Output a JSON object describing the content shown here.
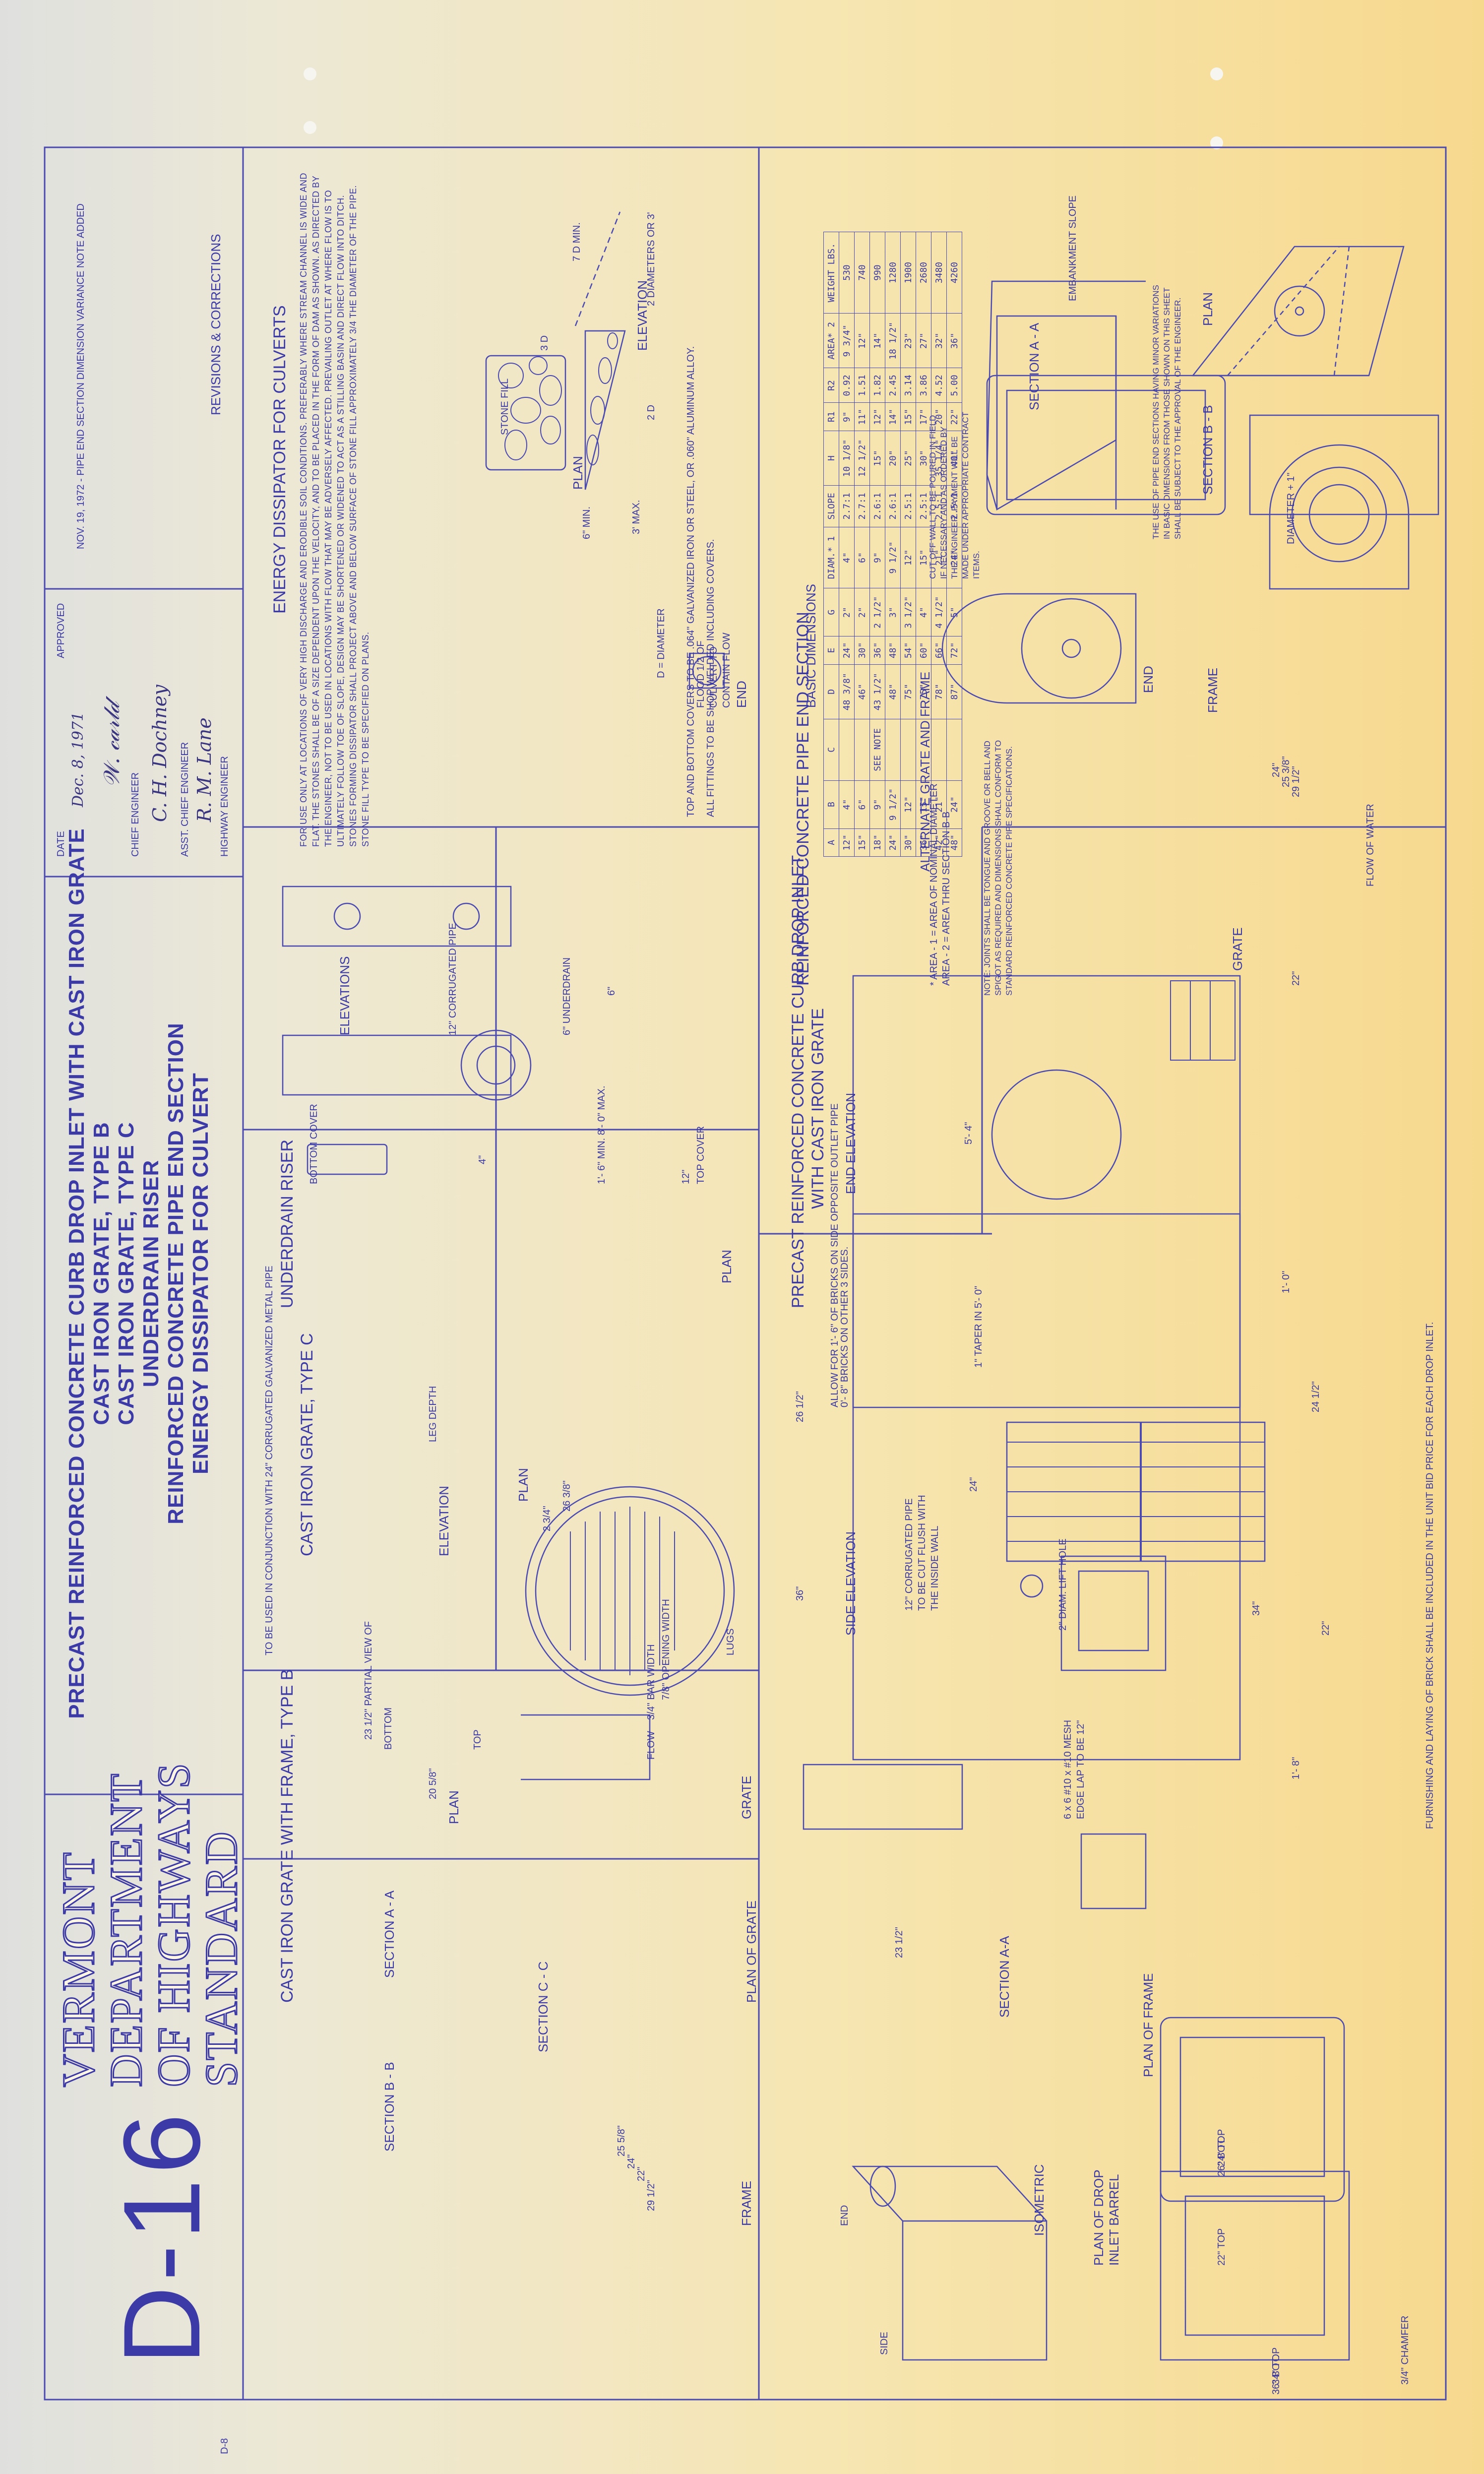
{
  "sheet_number": "D-16",
  "margin_code": "D-8",
  "agency_logo": [
    "VERMONT",
    "DEPARTMENT",
    "OF HIGHWAYS",
    "STANDARD"
  ],
  "title_lines": [
    "PRECAST REINFORCED CONCRETE CURB DROP INLET WITH CAST IRON GRATE",
    "CAST IRON GRATE, TYPE B",
    "CAST IRON GRATE, TYPE C",
    "UNDERDRAIN RISER",
    "REINFORCED CONCRETE PIPE END SECTION",
    "ENERGY DISSIPATOR FOR CULVERT"
  ],
  "revisions": {
    "heading": "REVISIONS & CORRECTIONS",
    "note": "NOV. 19, 1972 - PIPE END SECTION DIMENSION VARIANCE NOTE ADDED"
  },
  "approval": {
    "approved_label": "APPROVED",
    "date_label": "DATE",
    "date": "Dec. 8, 1971",
    "chief_engineer": "CHIEF ENGINEER",
    "asst_chief_engineer": "ASST. CHIEF ENGINEER",
    "highway_engineer": "HIGHWAY ENGINEER"
  },
  "pipe_end_section": {
    "title": "REINFORCED CONCRETE PIPE END SECTION",
    "plan_label": "PLAN",
    "section_aa": "SECTION  A - A",
    "section_bb": "SECTION  B - B",
    "end_label": "END",
    "embankment_slope": "EMBANKMENT SLOPE",
    "diameter_plus": "DIAMETER + 1\"",
    "variance_note": "THE USE OF PIPE END SECTIONS HAVING MINOR VARIATIONS IN BASIC DIMENSIONS FROM THOSE SHOWN ON THIS SHEET SHALL BE SUBJECT TO THE APPROVAL OF THE ENGINEER.",
    "cutoff_note": "CUT OFF WALL TO BE POURED IN FIELD IF NECESSARY AND AS ORDERED BY THE ENGINEER. PAYMENT WILL BE MADE UNDER APPROPRIATE CONTRACT ITEMS.",
    "joint_note": "NOTE: JOINTS SHALL BE TONGUE AND GROOVE OR BELL AND SPIGOT AS REQUIRED AND DIMENSIONS SHALL CONFORM TO STANDARD REINFORCED CONCRETE PIPE SPECIFICATIONS.",
    "table_title": "BASIC  DIMENSIONS",
    "columns": [
      "A",
      "B",
      "C",
      "D",
      "E",
      "G",
      "DIAM.* 1",
      "SLOPE",
      "H",
      "R1",
      "R2",
      "AREA* 2",
      "WEIGHT LBS."
    ],
    "rows": [
      [
        "12\"",
        "4\"",
        "",
        "48 3/8\"",
        "24\"",
        "2\"",
        "4\"",
        "2.7:1",
        "10 1/8\"",
        "9\"",
        "0.92",
        "9 3/4\"",
        "530"
      ],
      [
        "15\"",
        "6\"",
        "",
        "46\"",
        "30\"",
        "2\"",
        "6\"",
        "2.7:1",
        "12 1/2\"",
        "11\"",
        "1.51",
        "12\"",
        "740"
      ],
      [
        "18\"",
        "9\"",
        "SEE NOTE",
        "43 1/2\"",
        "36\"",
        "2 1/2\"",
        "9\"",
        "2.6:1",
        "15\"",
        "12\"",
        "1.82",
        "14\"",
        "990"
      ],
      [
        "24\"",
        "9 1/2\"",
        "",
        "48\"",
        "48\"",
        "3\"",
        "9 1/2\"",
        "2.6:1",
        "20\"",
        "14\"",
        "2.45",
        "18 1/2\"",
        "1280"
      ],
      [
        "30\"",
        "12\"",
        "",
        "75\"",
        "54\"",
        "3 1/2\"",
        "12\"",
        "2.5:1",
        "25\"",
        "15\"",
        "3.14",
        "23\"",
        "1900"
      ],
      [
        "36\"",
        "15\"",
        "",
        "75\"",
        "60\"",
        "4\"",
        "15\"",
        "2.5:1",
        "30\"",
        "17\"",
        "3.86",
        "27\"",
        "2680"
      ],
      [
        "42\"",
        "21\"",
        "",
        "78\"",
        "66\"",
        "4 1/2\"",
        "21\"",
        "2.5:1",
        "35 1/4\"",
        "20\"",
        "4.52",
        "32\"",
        "3480"
      ],
      [
        "48\"",
        "24\"",
        "",
        "87\"",
        "72\"",
        "5\"",
        "24\"",
        "2.5:1",
        "40\"",
        "22\"",
        "5.00",
        "36\"",
        "4260"
      ]
    ],
    "footnote_1": "* AREA - 1 = AREA OF NOMINAL DIAMETER",
    "footnote_2": "  AREA - 2 = AREA THRU SECTION B-B"
  },
  "energy_dissipator": {
    "title": "ENERGY DISSIPATOR FOR CULVERTS",
    "elevation_label": "ELEVATION",
    "plan_label": "PLAN",
    "end_label": "END",
    "stone_fill": "STONE FILL",
    "diameter_note": "D = DIAMETER",
    "seven_d": "7 D MIN.",
    "three_d": "3 D",
    "two_d": "2 D",
    "two_diam": "2 DIAMETERS OR 3'",
    "six_min": "6\" MIN.",
    "three_max": "3' MAX.",
    "flood_note": "FLOOD 1/2 OF CULVERT TO CONTAIN FLOW",
    "body": "FOR USE ONLY AT LOCATIONS OF VERY HIGH DISCHARGE AND ERODIBLE SOIL CONDITIONS. PREFERABLY WHERE STREAM CHANNEL IS WIDE AND FLAT. THE STONES SHALL BE OF A SIZE DEPENDENT UPON THE VELOCITY, AND TO BE PLACED IN THE FORM OF DAM AS SHOWN. AS DIRECTED BY THE ENGINEER, NOT TO BE USED IN LOCATIONS WITH FLOW THAT MAY BE ADVERSELY AFFECTED. PREVAILING OUTLET AT WHERE FLOW IS TO ULTIMATELY FOLLOW TOE OF SLOPE, DESIGN MAY BE SHORTENED OR WIDENED TO ACT AS A STILLING BASIN AND DIRECT FLOW INTO DITCH. STONES FORMING DISSIPATOR SHALL PROJECT ABOVE AND BELOW SURFACE OF STONE FILL APPROXIMATELY 3/4 THE DIAMETER OF THE PIPE. STONE FILL TYPE TO BE SPECIFIED ON PLANS."
  },
  "underdrain_riser": {
    "title": "UNDERDRAIN RISER",
    "elevations": "ELEVATIONS",
    "plan": "PLAN",
    "note_1": "TOP AND BOTTOM COVERS TO BE .064\" GALVANIZED IRON OR STEEL, OR .060\" ALUMINUM ALLOY.",
    "note_2": "ALL FITTINGS TO BE SHOP WELDED INCLUDING COVERS.",
    "top_cover": "TOP COVER",
    "bottom_cover": "BOTTOM COVER",
    "corrugated_pipe": "12\" CORRUGATED PIPE",
    "underdrain": "6\" UNDERDRAIN",
    "length": "1'- 6\" MIN.  8'- 0\" MAX.",
    "twelve": "12\"",
    "six": "6\"",
    "four": "4\""
  },
  "grate_type_c": {
    "title": "CAST IRON GRATE, TYPE C",
    "subtitle": "TO BE USED IN CONJUNCTION WITH 24\" CORRUGATED GALVANIZED METAL PIPE",
    "plan": "PLAN",
    "elevation": "ELEVATION",
    "leg_depth": "LEG DEPTH",
    "lugs": "LUGS",
    "opening": "7/8\" OPENING WIDTH",
    "bar_width": "3/4\" BAR WIDTH",
    "flow": "FLOW",
    "dia": "26 3/8\"",
    "dims": "2 3/4\""
  },
  "grate_type_b": {
    "title": "CAST IRON GRATE WITH FRAME, TYPE B",
    "grate": "GRATE",
    "frame": "FRAME",
    "partial_view": "23 1/2\" PARTIAL VIEW OF",
    "bottom": "BOTTOM",
    "top": "TOP",
    "plan": "PLAN",
    "section_aa": "SECTION  A - A",
    "section_bb": "SECTION  B - B",
    "section_cc": "SECTION  C - C",
    "d1": "25 5/8\"",
    "d2": "24\"",
    "d3": "22\"",
    "d4": "29 1/2\"",
    "d5": "20 5/8\""
  },
  "drop_inlet": {
    "title_1": "PRECAST REINFORCED CONCRETE CURB DROP INLET",
    "title_2": "WITH CAST IRON GRATE",
    "end_elevation": "END ELEVATION",
    "side_elevation": "SIDE ELEVATION",
    "bricks_note_1": "ALLOW FOR 1'- 6\" OF BRICKS ON SIDE OPPOSITE OUTLET PIPE",
    "bricks_note_2": "0'- 8\" BRICKS ON OTHER 3 SIDES.",
    "furnishing_note": "FURNISHING AND LAYING OF BRICK SHALL BE INCLUDED IN THE UNIT BID PRICE FOR EACH DROP INLET.",
    "flow_of_water": "FLOW OF WATER",
    "taper": "1\" TAPER IN 5'- 0\"",
    "lift_hole": "2\" DIAM. LIFT HOLE",
    "corrugated_note": "12\" CORRUGATED PIPE TO BE CUT FLUSH WITH THE INSIDE WALL",
    "mesh_note": "6 x 6 #10 x #10 MESH EDGE LAP TO BE 12\"",
    "dim_36": "36\"",
    "dim_24": "24\"",
    "dim_22": "22\"",
    "dim_34": "34\"",
    "dim_a": "5'- 4\"",
    "dim_b": "1'- 0\"",
    "dim_c": "1'- 8\"",
    "dim_d": "26 1/2\"",
    "dim_e": "24 1/2\""
  },
  "frames": {
    "frame": "FRAME",
    "grate": "GRATE",
    "alternate": "ALTERNATE GRATE AND FRAME",
    "plan_of_frame": "PLAN OF FRAME",
    "plan_of_grate": "PLAN OF GRATE",
    "plan_of_barrel": "PLAN OF DROP INLET BARREL",
    "section_aa": "SECTION  A-A",
    "isometric": "ISOMETRIC",
    "end": "END",
    "side": "SIDE",
    "chamfer": "3/4\" CHAMFER",
    "d22": "22\"",
    "d24": "24\"",
    "d2538": "25 3/8\"",
    "d2912": "29 1/2\"",
    "d2312": "23 1/2\"",
    "d34top": "34\" TOP",
    "d36bot": "36\" BOT.",
    "d24top": "24\" TOP",
    "d26bot": "26\" BOT.",
    "d22top": "22\" TOP"
  },
  "colors": {
    "paper_light": "#ece8d6",
    "paper_warm": "#f7d98e",
    "ink": "#3b3aa6"
  }
}
